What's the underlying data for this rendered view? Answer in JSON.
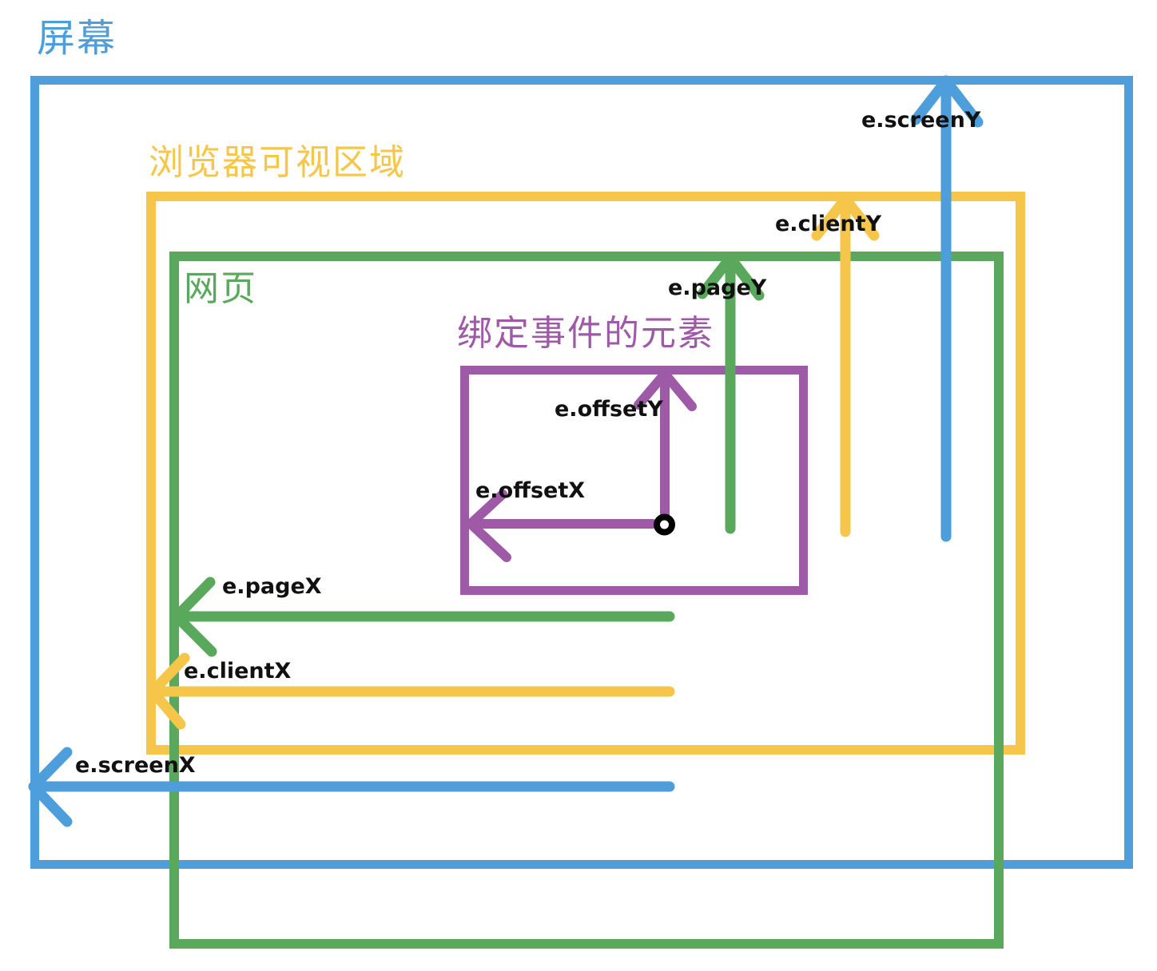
{
  "diagram": {
    "boxes": {
      "screen": {
        "label": "屏幕"
      },
      "viewport": {
        "label": "浏览器可视区域"
      },
      "page": {
        "label": "网页"
      },
      "element": {
        "label": "绑定事件的元素"
      }
    },
    "arrows": {
      "screenY": {
        "label": "e.screenY"
      },
      "clientY": {
        "label": "e.clientY"
      },
      "pageY": {
        "label": "e.pageY"
      },
      "offsetY": {
        "label": "e.offsetY"
      },
      "offsetX": {
        "label": "e.offsetX"
      },
      "pageX": {
        "label": "e.pageX"
      },
      "clientX": {
        "label": "e.clientX"
      },
      "screenX": {
        "label": "e.screenX"
      }
    },
    "colors": {
      "screen": "#4D9EDA",
      "viewport": "#F5C64A",
      "page": "#5AA85B",
      "element": "#9E59A7",
      "arrow_label_text": "#111111",
      "event_point": "#000000",
      "background": "#FFFFFF"
    }
  }
}
